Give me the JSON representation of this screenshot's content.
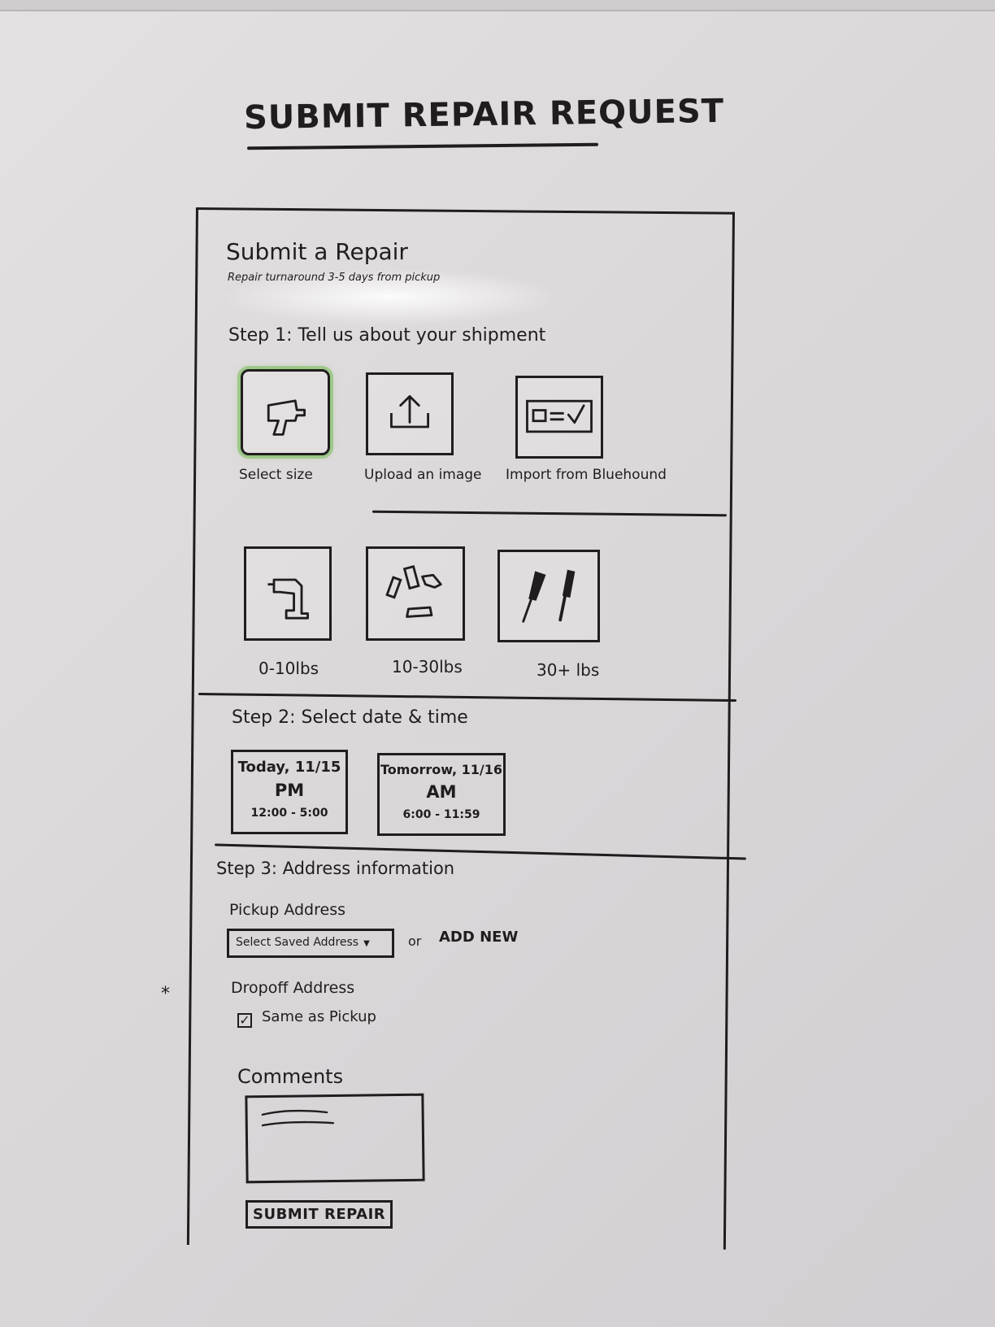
{
  "board": {
    "title": "SUBMIT REPAIR REQUEST",
    "margin_note": "*"
  },
  "form": {
    "title": "Submit a Repair",
    "subtitle": "Repair turnaround 3-5 days from pickup",
    "step1": {
      "heading": "Step 1: Tell us about your shipment",
      "methods": [
        {
          "label": "Select size",
          "icon": "drill-icon",
          "selected": true
        },
        {
          "label": "Upload an image",
          "icon": "upload-icon",
          "selected": false
        },
        {
          "label": "Import from Bluehound",
          "icon": "import-card-icon",
          "selected": false
        }
      ],
      "sizes": [
        {
          "label": "0-10lbs",
          "icon": "drill-icon"
        },
        {
          "label": "10-30lbs",
          "icon": "tool-parts-icon"
        },
        {
          "label": "30+ lbs",
          "icon": "tools-icon"
        }
      ]
    },
    "step2": {
      "heading": "Step 2: Select date & time",
      "slots": [
        {
          "day": "Today, 11/15",
          "period": "PM",
          "range": "12:00 - 5:00"
        },
        {
          "day": "Tomorrow, 11/16",
          "period": "AM",
          "range": "6:00 - 11:59"
        }
      ]
    },
    "step3": {
      "heading": "Step 3: Address information",
      "pickup_label": "Pickup Address",
      "pickup_select": "Select Saved Address",
      "or_text": "or",
      "add_new": "ADD NEW",
      "dropoff_label": "Dropoff Address",
      "same_as_pickup": "Same as Pickup",
      "check_mark": "✓"
    },
    "comments_label": "Comments",
    "submit_label": "SUBMIT REPAIR"
  }
}
